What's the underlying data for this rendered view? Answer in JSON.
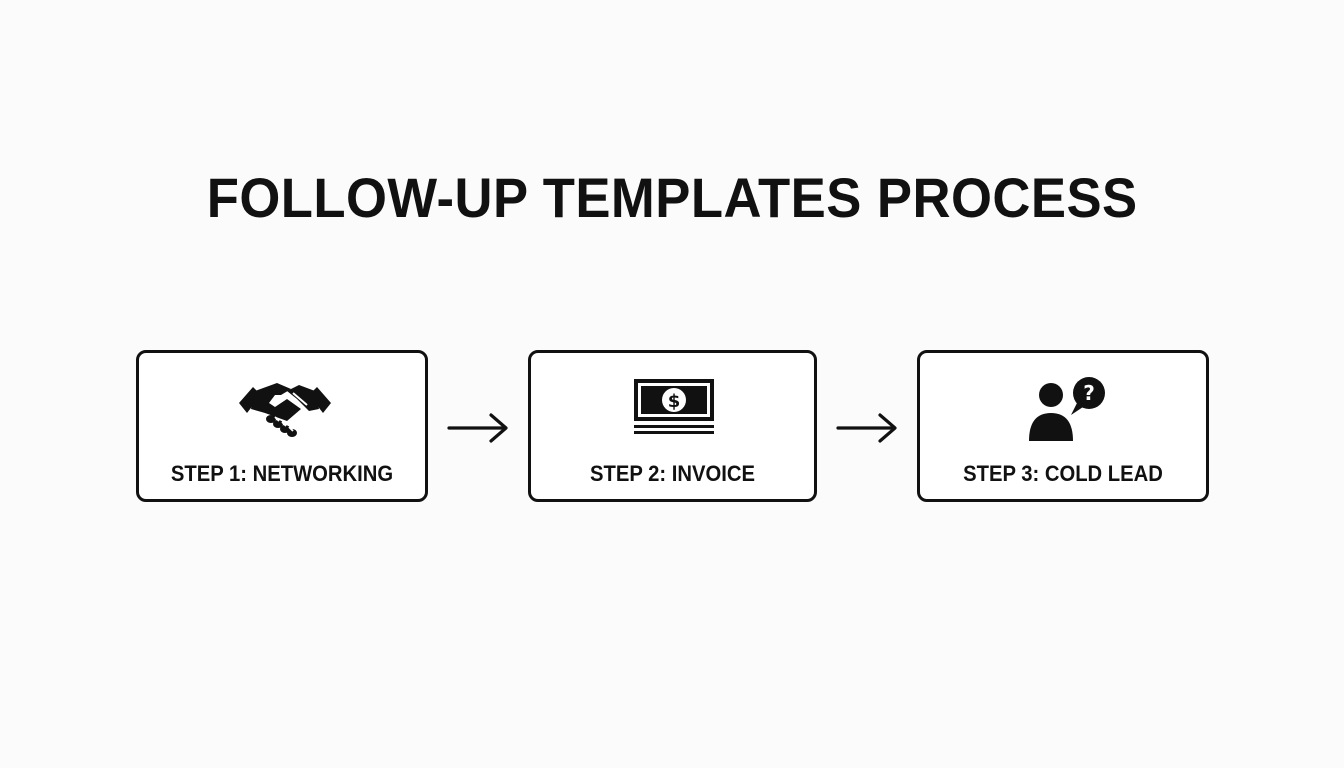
{
  "title": "FOLLOW-UP TEMPLATES PROCESS",
  "steps": [
    {
      "label": "STEP 1: NETWORKING",
      "icon": "handshake-icon"
    },
    {
      "label": "STEP 2: INVOICE",
      "icon": "dollar-bill-icon"
    },
    {
      "label": "STEP 3: COLD LEAD",
      "icon": "person-question-icon"
    }
  ],
  "connectors": [
    {
      "from": 1,
      "to": 2,
      "icon": "arrow-right-icon"
    },
    {
      "from": 2,
      "to": 3,
      "icon": "arrow-right-icon"
    }
  ],
  "colors": {
    "background": "#fbfbfb",
    "ink": "#111111",
    "box_fill": "#ffffff"
  }
}
